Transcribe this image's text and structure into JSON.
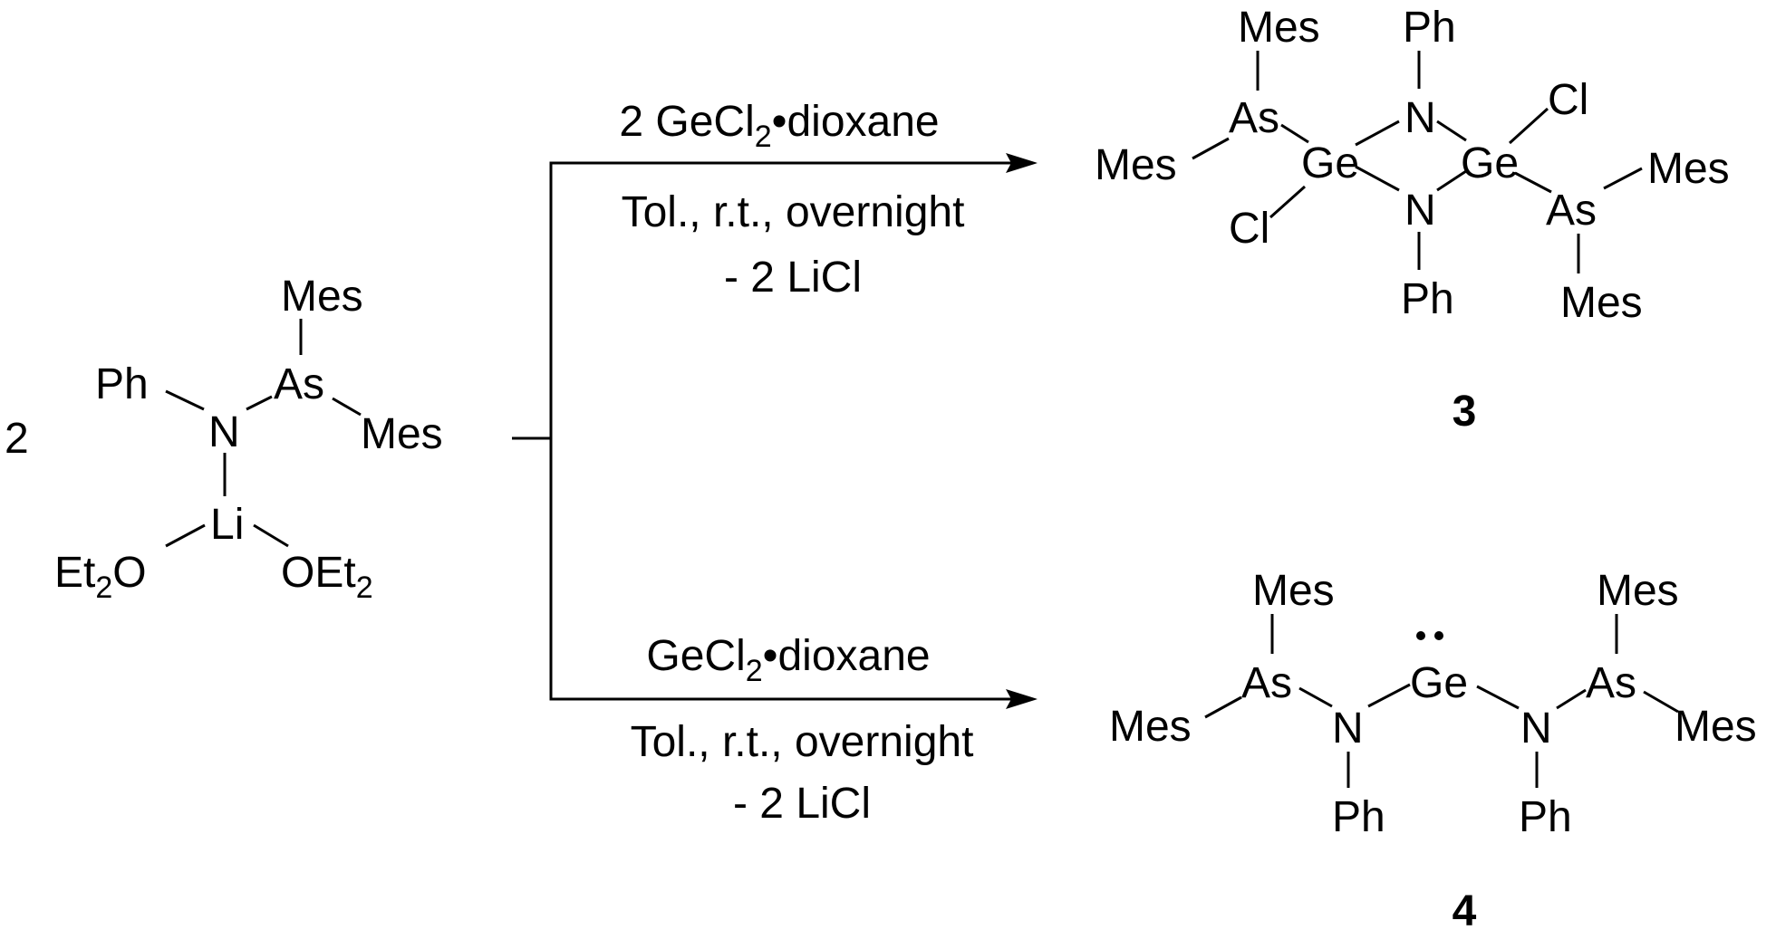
{
  "reactant": {
    "coefficient": "2",
    "atoms": {
      "ph": "Ph",
      "n": "N",
      "as": "As",
      "mes_top": "Mes",
      "mes_right": "Mes",
      "li": "Li",
      "ether_left_main": "Et",
      "ether_left_sub": "2",
      "ether_left_o": "O",
      "ether_right_o": "OEt",
      "ether_right_sub": "2"
    }
  },
  "upper_arrow": {
    "reagent_prefix": "2 GeCl",
    "reagent_sub": "2",
    "reagent_suffix": "•dioxane",
    "conditions": "Tol., r.t., overnight",
    "byproduct": "- 2 LiCl"
  },
  "lower_arrow": {
    "reagent_prefix": "GeCl",
    "reagent_sub": "2",
    "reagent_suffix": "•dioxane",
    "conditions": "Tol., r.t., overnight",
    "byproduct": "- 2 LiCl"
  },
  "product_3": {
    "label": "3",
    "atoms": {
      "mes_top_left": "Mes",
      "as_left": "As",
      "mes_left": "Mes",
      "ge_left": "Ge",
      "cl_left": "Cl",
      "ph_top": "Ph",
      "n_top": "N",
      "n_bottom": "N",
      "ph_bottom": "Ph",
      "ge_right": "Ge",
      "cl_right": "Cl",
      "as_right": "As",
      "mes_right": "Mes",
      "mes_bottom_right": "Mes"
    }
  },
  "product_4": {
    "label": "4",
    "atoms": {
      "mes_top_left": "Mes",
      "as_left": "As",
      "mes_left": "Mes",
      "n_left": "N",
      "ph_left": "Ph",
      "ge": "Ge",
      "n_right": "N",
      "ph_right": "Ph",
      "as_right": "As",
      "mes_top_right": "Mes",
      "mes_right": "Mes"
    }
  }
}
